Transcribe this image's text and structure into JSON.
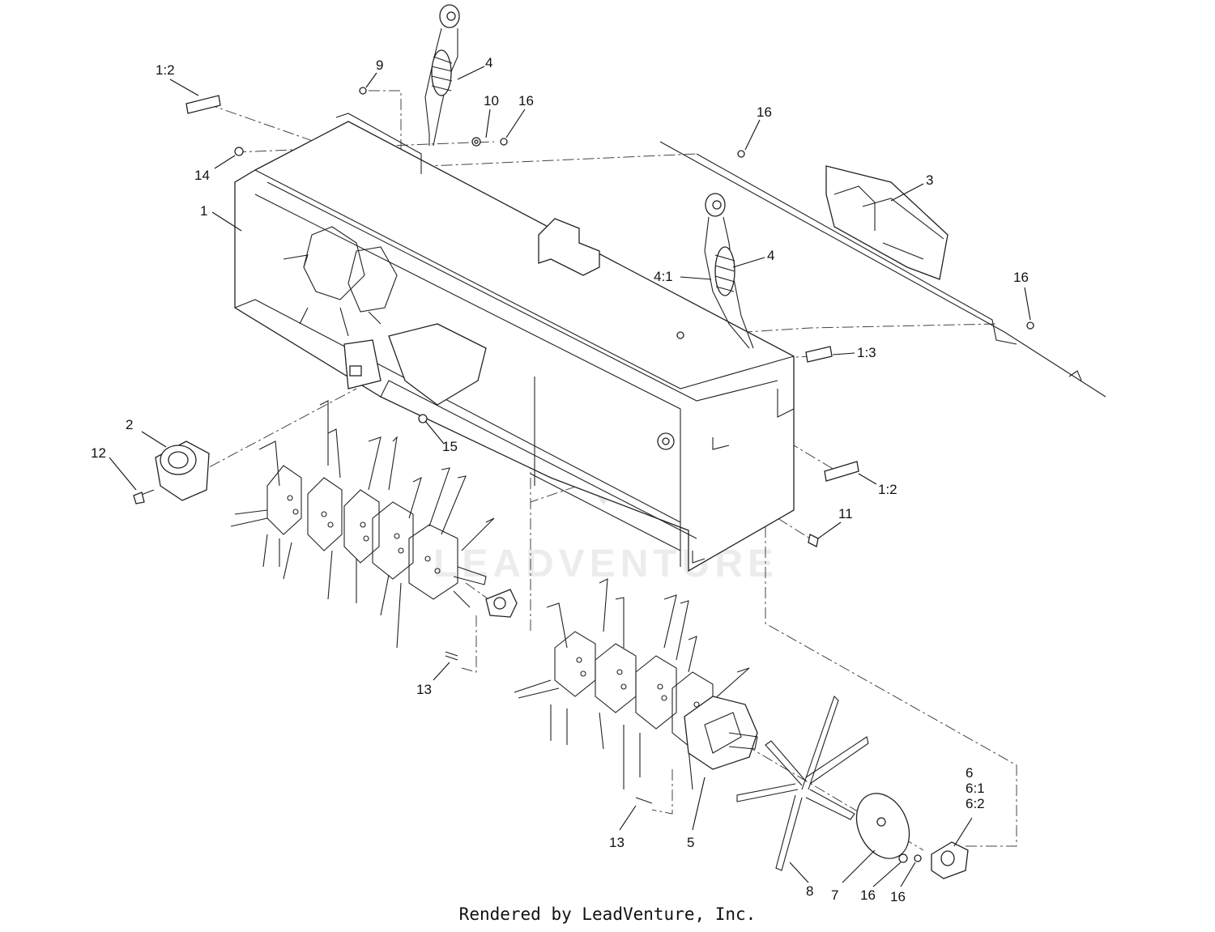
{
  "diagram": {
    "footer": "Rendered by LeadVenture, Inc.",
    "watermark": "LEADVENTURE",
    "callouts": [
      {
        "id": "c-1-2-top",
        "text": "1:2"
      },
      {
        "id": "c-9",
        "text": "9"
      },
      {
        "id": "c-4-top",
        "text": "4"
      },
      {
        "id": "c-10",
        "text": "10"
      },
      {
        "id": "c-16-a",
        "text": "16"
      },
      {
        "id": "c-16-b",
        "text": "16"
      },
      {
        "id": "c-14",
        "text": "14"
      },
      {
        "id": "c-3",
        "text": "3"
      },
      {
        "id": "c-1",
        "text": "1"
      },
      {
        "id": "c-4-mid",
        "text": "4"
      },
      {
        "id": "c-4-1",
        "text": "4:1"
      },
      {
        "id": "c-16-c",
        "text": "16"
      },
      {
        "id": "c-1-3",
        "text": "1:3"
      },
      {
        "id": "c-2",
        "text": "2"
      },
      {
        "id": "c-12",
        "text": "12"
      },
      {
        "id": "c-15",
        "text": "15"
      },
      {
        "id": "c-1-2-right",
        "text": "1:2"
      },
      {
        "id": "c-11",
        "text": "11"
      },
      {
        "id": "c-13-left",
        "text": "13"
      },
      {
        "id": "c-6",
        "text": "6"
      },
      {
        "id": "c-6-1",
        "text": "6:1"
      },
      {
        "id": "c-6-2",
        "text": "6:2"
      },
      {
        "id": "c-13-right",
        "text": "13"
      },
      {
        "id": "c-5",
        "text": "5"
      },
      {
        "id": "c-8",
        "text": "8"
      },
      {
        "id": "c-7",
        "text": "7"
      },
      {
        "id": "c-16-d",
        "text": "16"
      },
      {
        "id": "c-16-e",
        "text": "16"
      }
    ]
  }
}
